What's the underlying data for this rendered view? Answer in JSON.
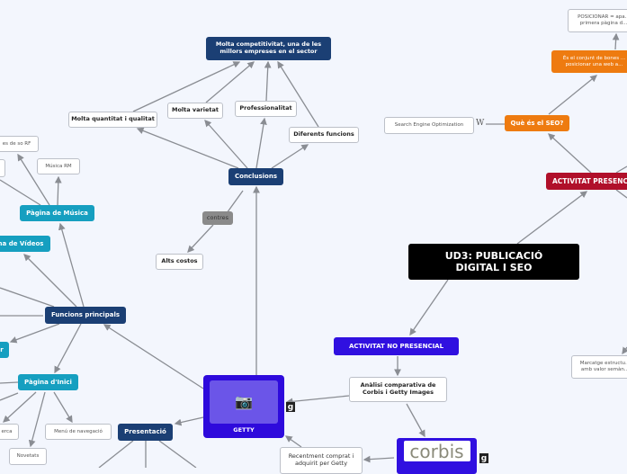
{
  "nodes": {
    "central": "UD3: PUBLICACIÓ DIGITAL I SEO",
    "presencial": "ACTIVITAT PRESENCIAL",
    "seo": "Què és el SEO?",
    "seo_def": "És el conjunt de bones ... posicionar una web a...",
    "posicionar": "POSICIONAR = apa... primera pàgina d...",
    "sem": "Search Engine Optimization",
    "marcatge": "Marcatge estructu... amb valor semàn...",
    "no_presencial": "ACTIVITAT NO PRESENCIAL",
    "analisi": "Anàlisi comparativa de Corbis i Getty Images",
    "getty": "GETTY",
    "corbis": "corbis",
    "recentment": "Recentment comprat i adquirit per Getty",
    "conclusions": "Conclusions",
    "competitivitat": "Molta competitivitat, una de les millors empreses en el sector",
    "quantitat": "Molta quantitat i qualitat",
    "varietat": "Molta varietat",
    "professionalitat": "Professionalitat",
    "funcions": "Diferents funcions",
    "contres": "contres",
    "costos": "Alts costos",
    "funcions_principals": "Funcions principals",
    "musica": "Pàgina de Música",
    "videos": "na de Vídeos",
    "rf": "es de so RF",
    "musica_rm": "Música RM",
    "r": "r",
    "inici": "Pàgina d'Inici",
    "cerca": "erca",
    "menu": "Menú de navegació",
    "novetats": "Novetats",
    "presentacio": "Presentació"
  },
  "colors": {
    "dark": "#1b3f74",
    "teal": "#169fc0",
    "orange": "#ee7b10",
    "red": "#b0102a",
    "purple": "#3010e0",
    "black": "#000000"
  },
  "icons": {
    "getty": "camera-icon",
    "badge": "g-badge-icon",
    "wiki": "wikipedia-icon"
  }
}
